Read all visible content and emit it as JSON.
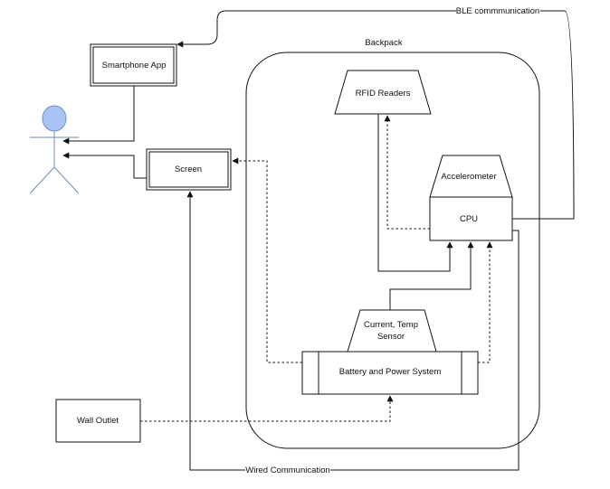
{
  "labels": {
    "ble": "BLE commmunication",
    "backpack": "Backpack",
    "smartphone": "Smartphone App",
    "screen": "Screen",
    "rfid": "RFID Readers",
    "accelerometer": "Accelerometer",
    "cpu": "CPU",
    "sensor_line1": "Current, Temp",
    "sensor_line2": "Sensor",
    "battery": "Battery and Power System",
    "wall_outlet": "Wall Outlet",
    "wired": "Wired Communication"
  },
  "colors": {
    "actor_fill": "#a9c4f5",
    "actor_stroke": "#6c8ebf",
    "line": "#111111"
  },
  "icons": {
    "actor": "user-actor-icon"
  }
}
